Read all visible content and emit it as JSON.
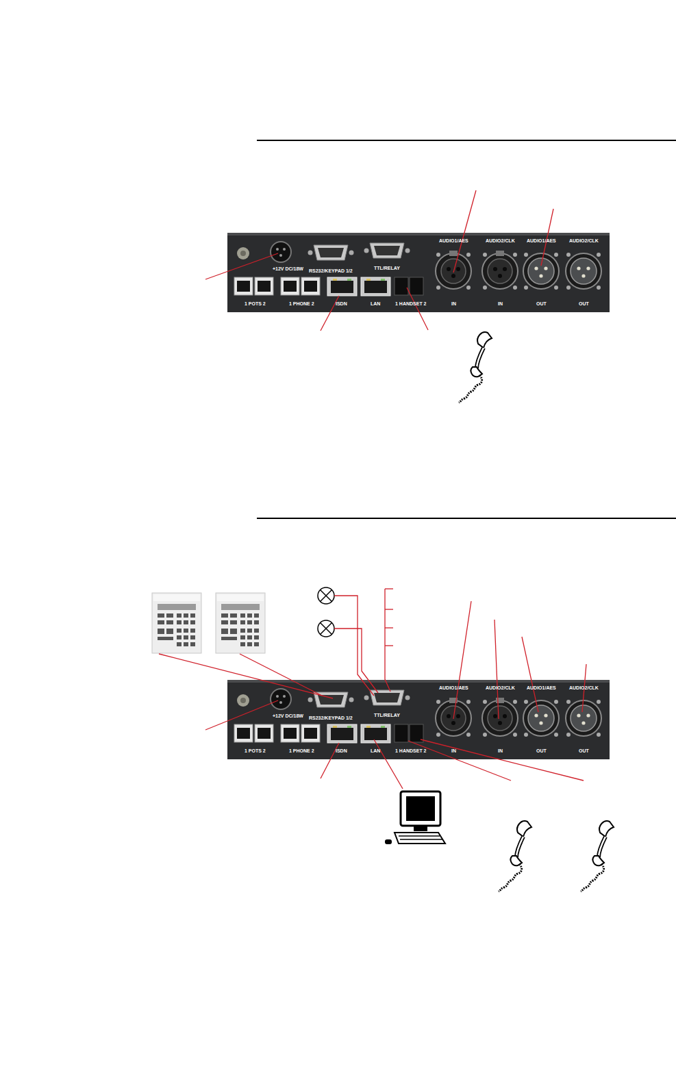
{
  "diagram": {
    "labels": [
      "AUDIO1/AES",
      "AUDIO2/CLK",
      "AUDIO1/AES",
      "AUDIO2/CLK",
      "+12V DC/18W",
      "RS232/KEYPAD 1/2",
      "TTL/RELAY",
      "1 POTS 2",
      "1 PHONE 2",
      "ISDN",
      "LAN",
      "1 HANDSET 2",
      "IN",
      "IN",
      "OUT",
      "OUT",
      "AUDIO1/AES",
      "AUDIO2/CLK",
      "AUDIO1/AES",
      "AUDIO2/CLK",
      "+12V DC/18W",
      "RS232/KEYPAD 1/2",
      "TTL/RELAY",
      "1 POTS 2",
      "1 PHONE 2",
      "ISDN",
      "LAN",
      "1 HANDSET 2",
      "IN",
      "IN",
      "OUT",
      "OUT"
    ]
  }
}
